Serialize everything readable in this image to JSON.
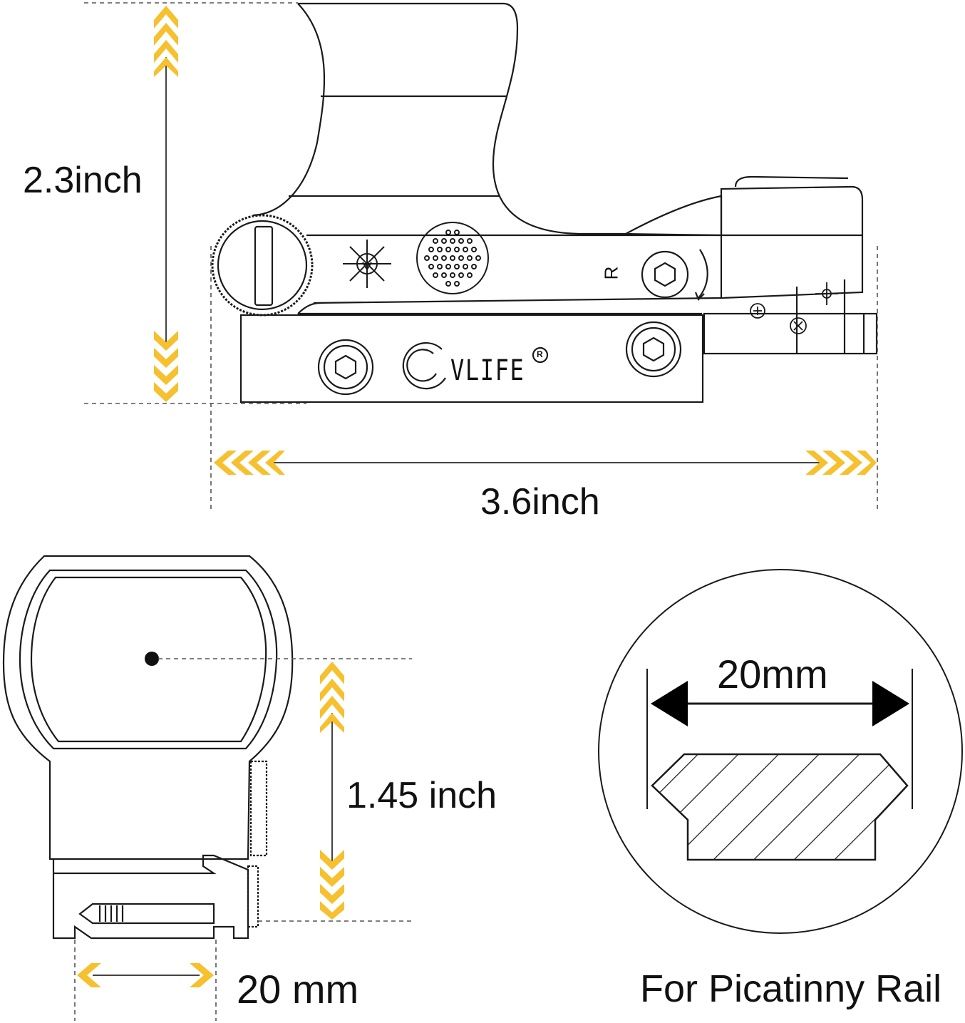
{
  "dimensions": {
    "height_label": "2.3inch",
    "length_label": "3.6inch",
    "front_height_label": "1.45 inch",
    "mount_width_label": "20 mm",
    "rail_width_label": "20mm",
    "rail_caption": "For Picatinny Rail"
  },
  "brand": {
    "logo_text": "VLIFE",
    "registered_mark": "R",
    "rotation_mark": "R"
  },
  "colors": {
    "accent": "#F6C02E",
    "line": "#1a1a1a",
    "guide": "#555555"
  }
}
